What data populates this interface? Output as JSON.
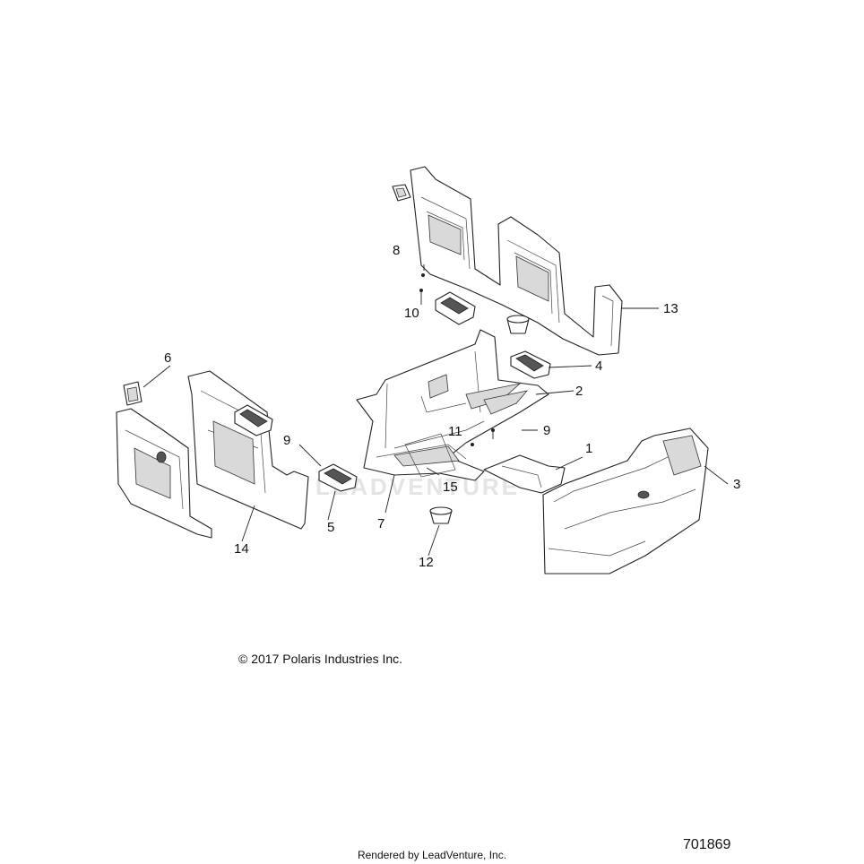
{
  "callouts": [
    {
      "id": "1",
      "label": "1"
    },
    {
      "id": "2",
      "label": "2"
    },
    {
      "id": "3",
      "label": "3"
    },
    {
      "id": "4",
      "label": "4"
    },
    {
      "id": "5",
      "label": "5"
    },
    {
      "id": "6",
      "label": "6"
    },
    {
      "id": "7",
      "label": "7"
    },
    {
      "id": "8",
      "label": "8"
    },
    {
      "id": "9a",
      "label": "9"
    },
    {
      "id": "9b",
      "label": "9"
    },
    {
      "id": "10",
      "label": "10"
    },
    {
      "id": "11",
      "label": "11"
    },
    {
      "id": "12",
      "label": "12"
    },
    {
      "id": "13",
      "label": "13"
    },
    {
      "id": "14",
      "label": "14"
    },
    {
      "id": "15",
      "label": "15"
    }
  ],
  "copyright": "© 2017 Polaris Industries Inc.",
  "rendered_by": "Rendered by LeadVenture, Inc.",
  "diagram_number": "701869",
  "watermark": "LEADVENTURE"
}
